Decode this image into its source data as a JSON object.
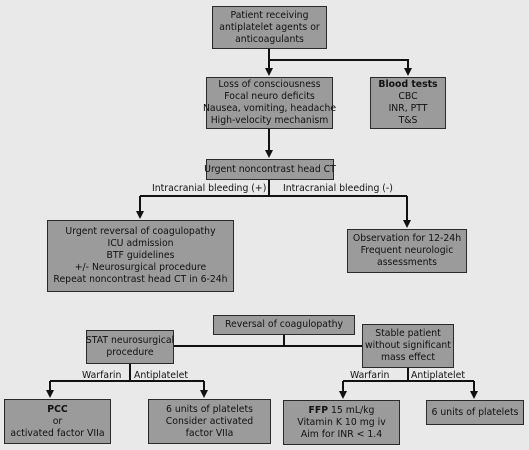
{
  "nodes": {
    "patient": [
      "Patient receiving",
      "antiplatelet agents or",
      "anticoagulants"
    ],
    "symptoms": [
      "Loss of consciousness",
      "Focal neuro deficits",
      "Nausea, vomiting, headache",
      "High-velocity mechanism"
    ],
    "blood_tests": {
      "title": "Blood tests",
      "lines": [
        "CBC",
        "INR, PTT",
        "T&S"
      ]
    },
    "ct": [
      "Urgent noncontrast head CT"
    ],
    "urgent_reversal": [
      "Urgent reversal of coagulopathy",
      "ICU admission",
      "BTF guidelines",
      "+/- Neurosurgical procedure",
      "Repeat noncontrast head CT in 6-24h"
    ],
    "observation": [
      "Observation for 12-24h",
      "Frequent neurologic",
      "assessments"
    ],
    "reversal": [
      "Reversal of coagulopathy"
    ],
    "stat": [
      "STAT neurosurgical",
      "procedure"
    ],
    "stable": [
      "Stable patient",
      "without significant",
      "mass effect"
    ],
    "pcc": {
      "title": "PCC",
      "lines": [
        "or",
        "activated factor VIIa"
      ]
    },
    "platelets_left": [
      "6 units of platelets",
      "Consider activated",
      "factor VIIa"
    ],
    "ffp": {
      "title": "FFP",
      "title_suffix": " 15 mL/kg",
      "lines": [
        "Vitamin K 10 mg iv",
        "Aim for INR < 1.4"
      ]
    },
    "platelets_right": [
      "6 units of platelets"
    ]
  },
  "edges": {
    "bleed_pos": "Intracranial bleeding (+)",
    "bleed_neg": "Intracranial bleeding (-)",
    "warfarin_left": "Warfarin",
    "antiplatelet_left": "Antiplatelet",
    "warfarin_right": "Warfarin",
    "antiplatelet_right": "Antiplatelet"
  },
  "colors": {
    "box_fill": "#9b9b9b",
    "background": "#e9e9e9",
    "line": "#111111"
  }
}
